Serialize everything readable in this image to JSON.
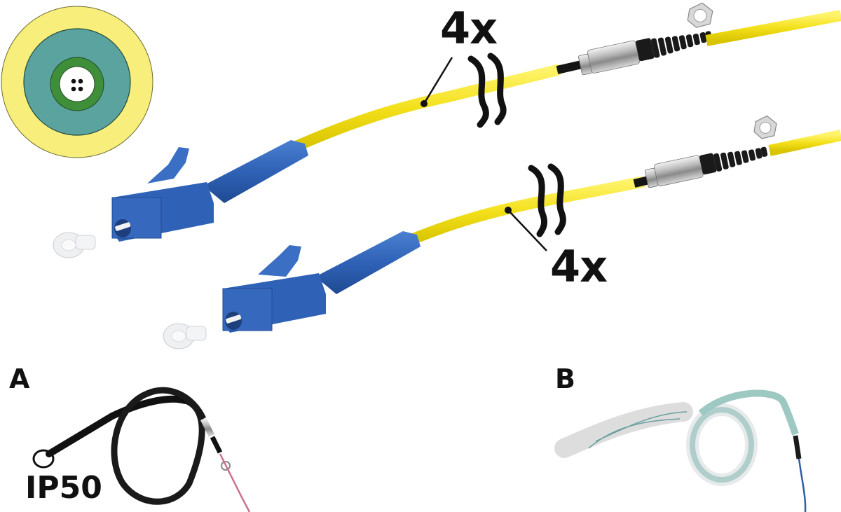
{
  "figure": {
    "cross_section": {
      "rings": [
        {
          "name": "outer-jacket",
          "color": "#f7ee7c"
        },
        {
          "name": "strength-layer",
          "color": "#5aa39f"
        },
        {
          "name": "buffer-tube",
          "color": "#3f8f3a"
        },
        {
          "name": "core",
          "color": "#ffffff"
        }
      ],
      "fiber_count": 4
    },
    "cable_top": {
      "quantity_label": "4x",
      "cable_color": "#f5e51c",
      "connector_color": "#2e5fb0"
    },
    "cable_bottom": {
      "quantity_label": "4x",
      "cable_color": "#f5e51c",
      "connector_color": "#2e5fb0"
    },
    "panel_a": {
      "letter": "A",
      "rating": "IP50"
    },
    "panel_b": {
      "letter": "B"
    }
  }
}
